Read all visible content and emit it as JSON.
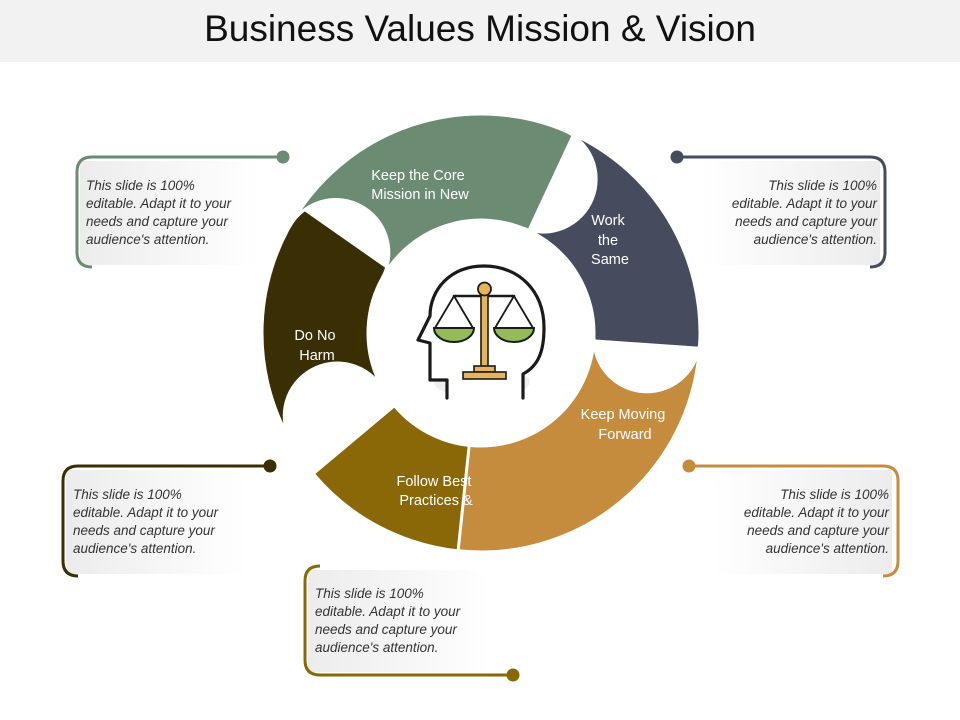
{
  "title": "Business Values Mission & Vision",
  "colors": {
    "green": "#6b8c73",
    "slate": "#474b5e",
    "tan": "#c58c3e",
    "olive": "#8a6807",
    "brown": "#3a2e05"
  },
  "center_icon": "head-with-balance-scale-icon",
  "segments": [
    {
      "id": "keep-core",
      "lines": [
        "Keep the Core",
        "Mission in New"
      ]
    },
    {
      "id": "work-same",
      "lines": [
        "Work",
        "the",
        "Same"
      ]
    },
    {
      "id": "keep-moving",
      "lines": [
        "Keep Moving",
        "Forward"
      ]
    },
    {
      "id": "follow-best",
      "lines": [
        "Follow Best",
        "Practices &"
      ]
    },
    {
      "id": "do-no-harm",
      "lines": [
        "Do No",
        "Harm"
      ]
    }
  ],
  "callouts": [
    {
      "id": "top-left",
      "lines": [
        "This slide is 100%",
        "editable. Adapt it to your",
        "needs and capture your",
        "audience's attention."
      ]
    },
    {
      "id": "top-right",
      "lines": [
        "This slide is 100%",
        "editable. Adapt it to your",
        "needs and capture your",
        "audience's attention."
      ]
    },
    {
      "id": "middle-left",
      "lines": [
        "This slide is 100%",
        "editable. Adapt it to your",
        "needs and capture your",
        "audience's attention."
      ]
    },
    {
      "id": "middle-right",
      "lines": [
        "This slide is 100%",
        "editable. Adapt it to your",
        "needs and capture your",
        "audience's attention."
      ]
    },
    {
      "id": "bottom",
      "lines": [
        "This slide is 100%",
        "editable. Adapt it to your",
        "needs and capture your",
        "audience's attention."
      ]
    }
  ]
}
